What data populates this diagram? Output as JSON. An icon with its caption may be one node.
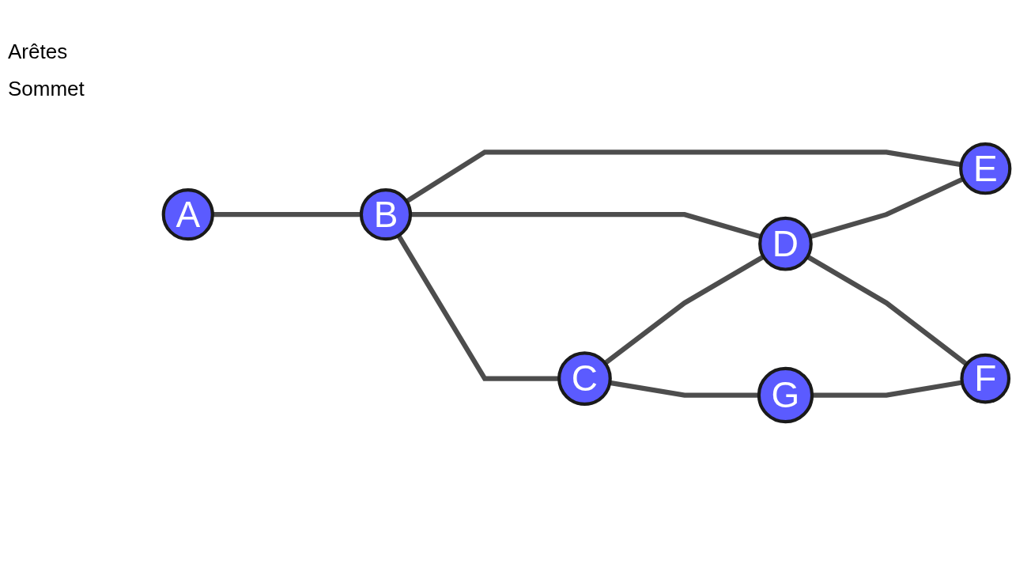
{
  "diagram": {
    "nodes": [
      {
        "text": [
          "A"
        ]
      },
      {
        "text": [
          "B"
        ]
      },
      {
        "text": [
          "C"
        ]
      },
      {
        "text": [
          "D"
        ]
      },
      {
        "text": [
          "E"
        ]
      },
      {
        "text": [
          "F"
        ]
      },
      {
        "text": [
          "G"
        ]
      }
    ],
    "edges": [
      {
        "from": 0,
        "to": 1,
        "arrow": "none"
      },
      {
        "from": 1,
        "to": 4,
        "arrow": "none"
      },
      {
        "from": 1,
        "to": 2,
        "arrow": "none"
      },
      {
        "from": 1,
        "to": 3,
        "arrow": "none"
      },
      {
        "from": 3,
        "to": 4,
        "arrow": "none"
      },
      {
        "from": 2,
        "to": 3,
        "arrow": "none"
      },
      {
        "from": 3,
        "to": 5,
        "arrow": "none"
      },
      {
        "from": 2,
        "to": 6,
        "arrow": "none"
      },
      {
        "from": 6,
        "to": 5,
        "arrow": "none"
      }
    ],
    "labels": [
      "Arêtes",
      "Sommet"
    ]
  }
}
